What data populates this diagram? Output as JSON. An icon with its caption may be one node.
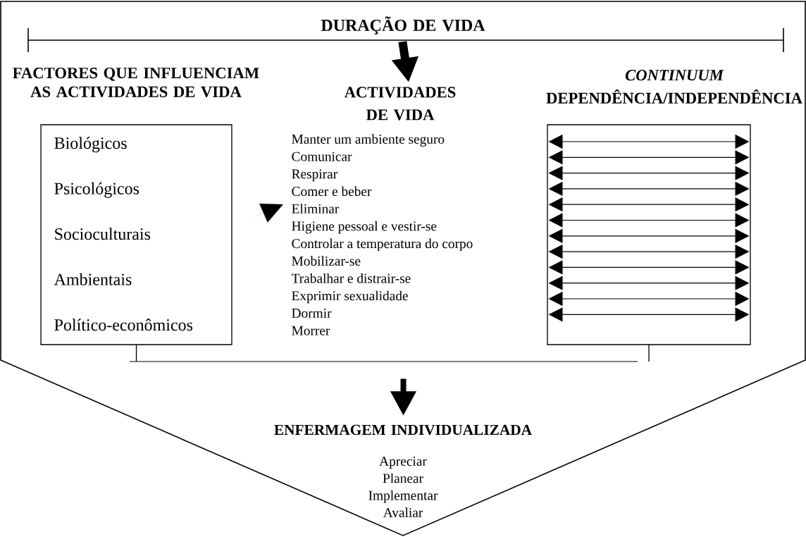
{
  "diagram": {
    "nodes": [
      {
        "text": [
          "DURAÇÃO DE VIDA"
        ]
      },
      {
        "text": [
          "FACTORES QUE INFLUENCIAM AS ACTIVIDADES DE VIDA",
          "Biológicos",
          "Psicológicos",
          "Socioculturais",
          "Ambientais",
          "Político-econômicos"
        ]
      },
      {
        "text": [
          "ACTIVIDADES DE VIDA",
          "Manter um ambiente seguro",
          "Comunicar",
          "Respirar",
          "Comer e beber",
          "Eliminar",
          "Higiene pessoal e vestir-se",
          "Controlar a temperatura do corpo",
          "Mobilizar-se",
          "Trabalhar e distrair-se",
          "Exprimir sexualidade",
          "Dormir",
          "Morrer"
        ]
      },
      {
        "text": [
          "*CONTINUUM* DEPENDÊNCIA/INDEPENDÊNCIA"
        ]
      },
      {
        "text": [],
        "shape": "bar"
      },
      {
        "text": [
          "ENFERMAGEM INDIVIDUALIZADA",
          "Apreciar",
          "Planear",
          "Implementar",
          "Avaliar"
        ]
      }
    ],
    "edges": [
      {
        "from": 0,
        "to": 2,
        "arrow": "to",
        "style": "thick"
      },
      {
        "from": 1,
        "to": 2,
        "arrow": "to"
      },
      {
        "from": 1,
        "to": 4,
        "arrow": "none"
      },
      {
        "from": 3,
        "to": 4,
        "arrow": "none"
      },
      {
        "from": 4,
        "to": 5,
        "arrow": "to",
        "style": "thick"
      }
    ]
  }
}
